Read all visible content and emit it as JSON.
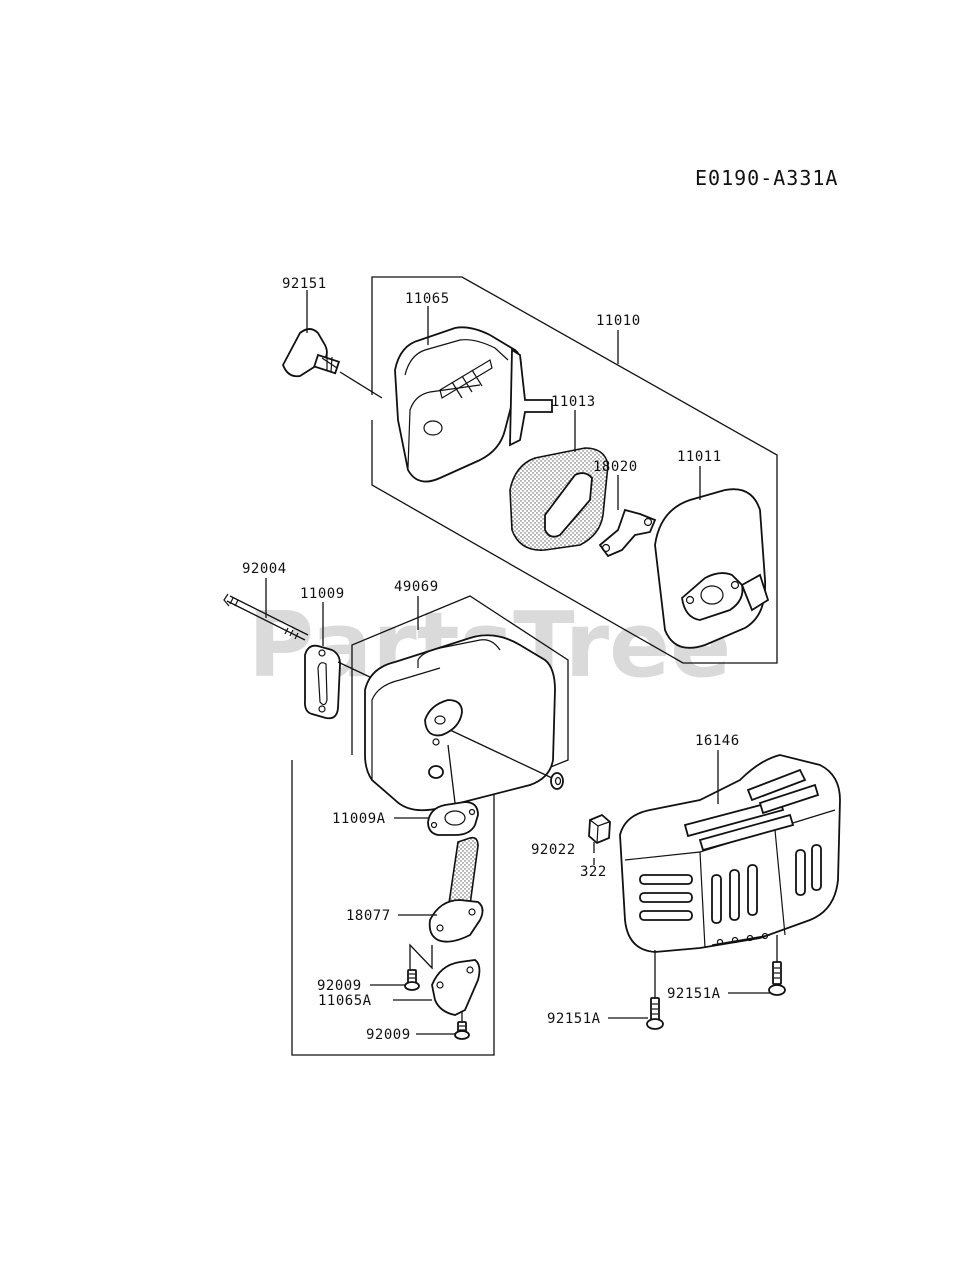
{
  "diagram_code": "E0190-A331A",
  "watermark": "PartsTree",
  "part_labels": {
    "p92151": "92151",
    "p11065": "11065",
    "p11010": "11010",
    "p11013": "11013",
    "p18020": "18020",
    "p11011": "11011",
    "p92004": "92004",
    "p11009": "11009",
    "p49069": "49069",
    "p16146": "16146",
    "p11009A": "11009A",
    "p92022": "92022",
    "p322": "322",
    "p18077": "18077",
    "p92009_top": "92009",
    "p11065A": "11065A",
    "p92009_bottom": "92009",
    "p92151A_right": "92151A",
    "p92151A_left": "92151A"
  }
}
